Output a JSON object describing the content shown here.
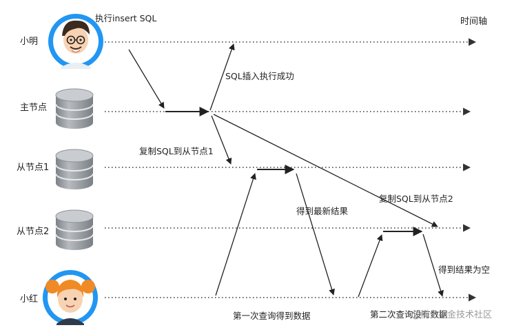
{
  "timeline_label": "时间轴",
  "lanes": [
    {
      "label": "小明",
      "icon": "boy-avatar-icon"
    },
    {
      "label": "主节点",
      "icon": "database-icon"
    },
    {
      "label": "从节点1",
      "icon": "database-icon"
    },
    {
      "label": "从节点2",
      "icon": "database-icon"
    },
    {
      "label": "小红",
      "icon": "girl-avatar-icon"
    }
  ],
  "annotations": {
    "exec_insert": "执行insert SQL",
    "insert_success": "SQL插入执行成功",
    "copy_to_slave1": "复制SQL到从节点1",
    "copy_to_slave2": "复制SQL到从节点2",
    "got_latest": "得到最新结果",
    "empty_result": "得到结果为空",
    "first_query": "第一次查询得到数据",
    "second_query": "第二次查询没有数据"
  },
  "watermark": "@稀土掘金技术社区",
  "colors": {
    "avatar_ring": "#2196f3",
    "db_body": "#8e9399",
    "db_top": "#c9ccd0",
    "line": "#222222"
  }
}
